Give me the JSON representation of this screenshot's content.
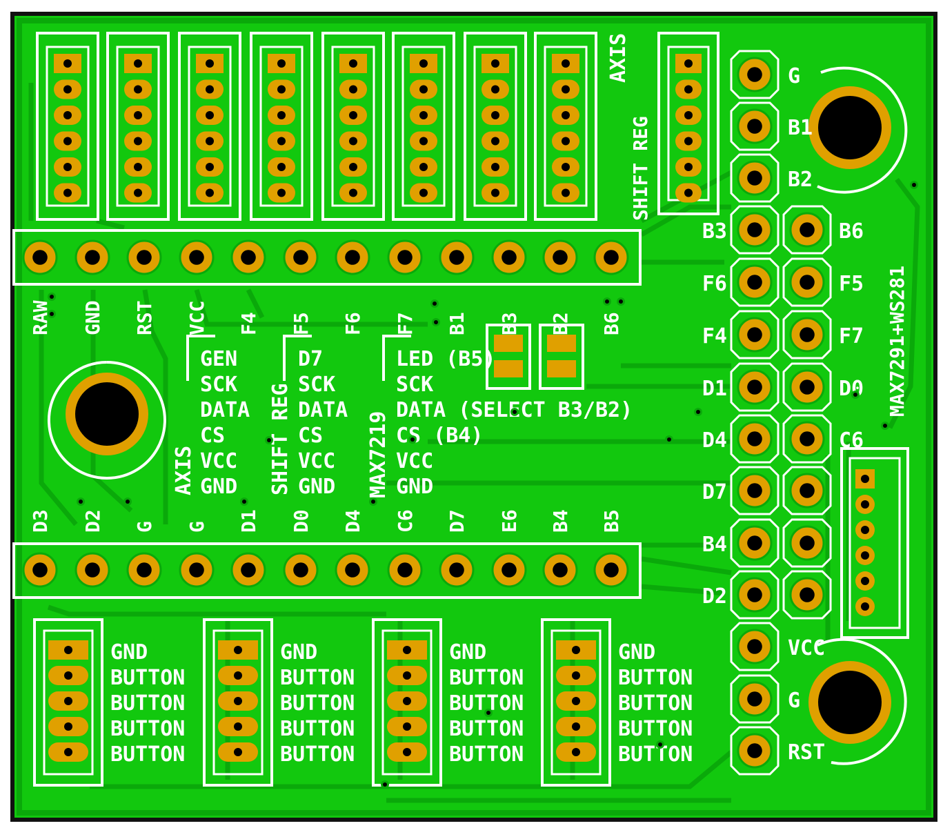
{
  "colors": {
    "board": "#12c80e",
    "copper": "#0aa90a",
    "pad": "#e0a000",
    "silk": "#ffffff",
    "hole": "#000000",
    "edge": "#111111"
  },
  "top_headers": {
    "axis_label": "AXIS",
    "shift_reg_label": "SHIFT REG"
  },
  "top_pin_row": [
    "RAW",
    "GND",
    "RST",
    "VCC",
    "F4",
    "F5",
    "F6",
    "F7",
    "B1",
    "B3",
    "B2",
    "B6"
  ],
  "bottom_pin_row": [
    "D3",
    "D2",
    "G",
    "G",
    "D1",
    "D0",
    "D4",
    "C6",
    "D7",
    "E6",
    "B4",
    "B5"
  ],
  "jumpers": [
    "B3",
    "B2"
  ],
  "pinout_groups": [
    {
      "title": "AXIS",
      "lines": [
        "GEN",
        "SCK",
        "DATA",
        "CS",
        "VCC",
        "GND"
      ]
    },
    {
      "title": "SHIFT REG",
      "lines": [
        "D7",
        "SCK",
        "DATA",
        "CS",
        "VCC",
        "GND"
      ]
    },
    {
      "title": "MAX7219",
      "lines": [
        "LED (B5)",
        "SCK",
        "DATA (SELECT B3/B2)",
        "CS (B4)",
        "VCC",
        "GND"
      ]
    }
  ],
  "button_headers": [
    {
      "lines": [
        "GND",
        "BUTTON",
        "BUTTON",
        "BUTTON",
        "BUTTON"
      ]
    },
    {
      "lines": [
        "GND",
        "BUTTON",
        "BUTTON",
        "BUTTON",
        "BUTTON"
      ]
    },
    {
      "lines": [
        "GND",
        "BUTTON",
        "BUTTON",
        "BUTTON",
        "BUTTON"
      ]
    },
    {
      "lines": [
        "GND",
        "BUTTON",
        "BUTTON",
        "BUTTON",
        "BUTTON"
      ]
    }
  ],
  "right_column_left": [
    "G",
    "B1",
    "B2",
    "B3",
    "F6",
    "F4",
    "D1",
    "D4",
    "D7",
    "B4",
    "D2",
    "VCC",
    "G",
    "RST"
  ],
  "right_column_right": [
    "B6",
    "F5",
    "F7",
    "D0",
    "C6"
  ],
  "right_label": "MAX7291+WS281"
}
